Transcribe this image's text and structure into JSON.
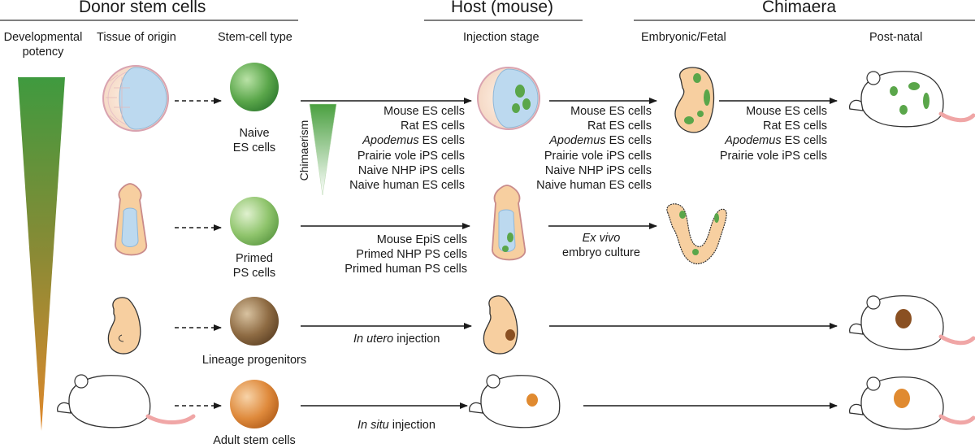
{
  "headers": {
    "donor": "Donor stem cells",
    "host": "Host (mouse)",
    "chimaera": "Chimaera"
  },
  "subheaders": {
    "potency": [
      "Developmental",
      "potency"
    ],
    "tissue": "Tissue of origin",
    "stemcell": "Stem-cell type",
    "injection": "Injection stage",
    "embryonic": "Embryonic/Fetal",
    "postnatal": "Post-natal"
  },
  "chimaerism_label": "Chimaerism",
  "rows": {
    "naive": {
      "cell_label": [
        "Naive",
        "ES cells"
      ],
      "cell_color": "#5aa64a",
      "host_list": [
        {
          "text": "Mouse ES cells"
        },
        {
          "text": "Rat ES cells"
        },
        {
          "italic": "Apodemus",
          "text": " ES cells"
        },
        {
          "text": "Prairie vole iPS cells"
        },
        {
          "text": "Naive NHP iPS cells"
        },
        {
          "text": "Naive human ES cells"
        }
      ],
      "fetal_list": [
        {
          "text": "Mouse ES cells"
        },
        {
          "text": "Rat ES cells"
        },
        {
          "italic": "Apodemus",
          "text": " ES cells"
        },
        {
          "text": "Prairie vole iPS cells"
        },
        {
          "text": "Naive NHP iPS cells"
        },
        {
          "text": "Naive human ES cells"
        }
      ],
      "postnatal_list": [
        {
          "text": "Mouse ES cells"
        },
        {
          "text": "Rat ES cells"
        },
        {
          "italic": "Apodemus",
          "text": " ES cells"
        },
        {
          "text": "Prairie vole iPS cells"
        }
      ]
    },
    "primed": {
      "cell_label": [
        "Primed",
        "PS cells"
      ],
      "cell_color": "#8fc46c",
      "host_list": [
        {
          "text": "Mouse EpiS cells"
        },
        {
          "text": "Primed NHP PS cells"
        },
        {
          "text": "Primed human PS cells"
        }
      ],
      "exvivo": {
        "italic": "Ex vivo",
        "line2": "embryo culture"
      }
    },
    "lineage": {
      "cell_label": [
        "Lineage progenitors"
      ],
      "cell_color": "#8e6b43",
      "injection": {
        "italic": "In utero",
        "text": " injection"
      },
      "patch_color": "#8a5022"
    },
    "adult": {
      "cell_label": [
        "Adult stem cells"
      ],
      "cell_color": "#df8a3c",
      "injection": {
        "italic": "In situ",
        "text": " injection"
      },
      "patch_color": "#e08a30"
    }
  },
  "colors": {
    "potency_top": "#3f9a3f",
    "potency_bottom": "#e0892c",
    "embryo_fill": "#f7cfa0",
    "host_green": "#5aa64a",
    "tail": "#f0a6a6"
  }
}
